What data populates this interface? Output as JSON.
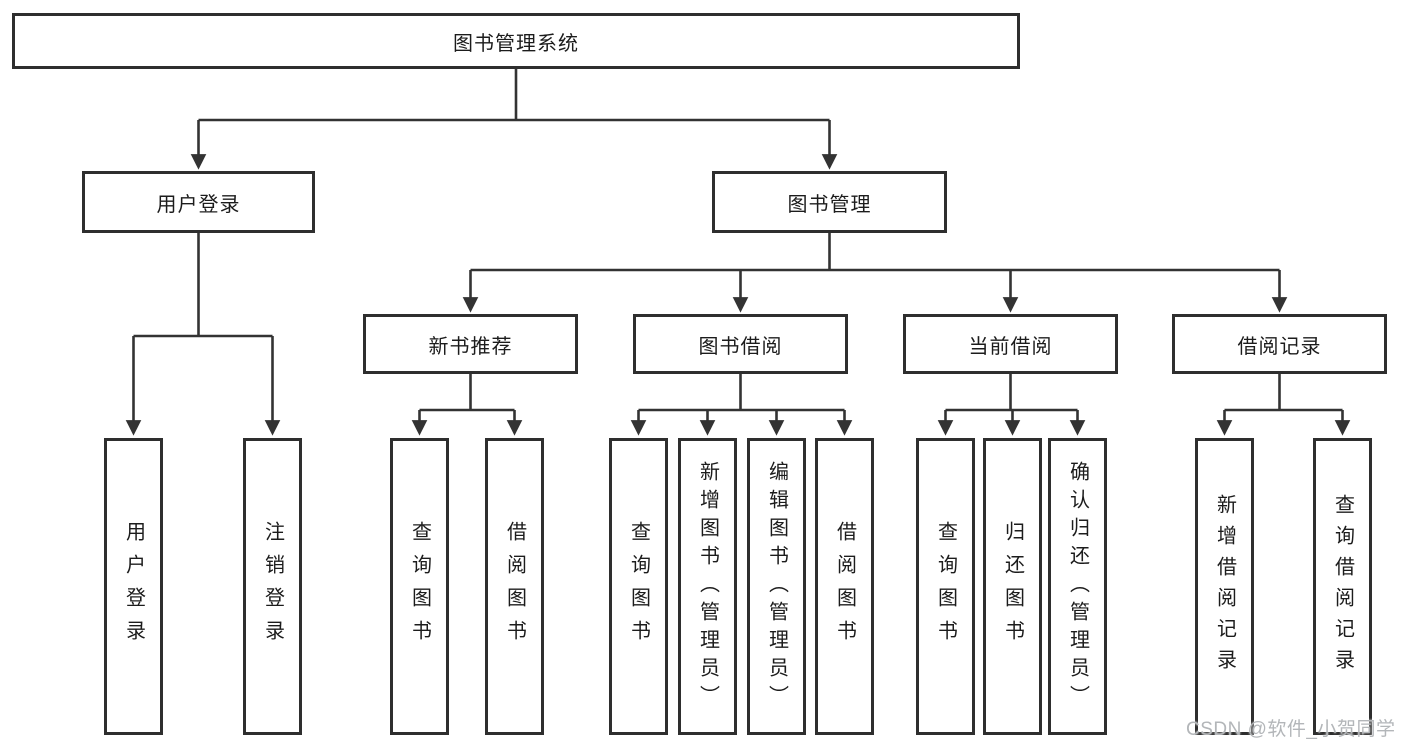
{
  "diagram_title": "图书管理系统",
  "colors": {
    "line": "#333333",
    "box_border": "#2e2e2e",
    "text": "#1c1c1c",
    "background": "#ffffff",
    "watermark": "#b3b6b9"
  },
  "nodes": {
    "root": {
      "label": "图书管理系统"
    },
    "user_login": {
      "label": "用户登录"
    },
    "book_management": {
      "label": "图书管理"
    },
    "new_book_recommend": {
      "label": "新书推荐"
    },
    "book_borrowing": {
      "label": "图书借阅"
    },
    "current_borrowing": {
      "label": "当前借阅"
    },
    "borrowing_records": {
      "label": "借阅记录"
    },
    "leaf_user_login": {
      "label": "用户登录"
    },
    "leaf_logout": {
      "label": "注销登录"
    },
    "leaf_nb_query_books": {
      "label": "查询图书"
    },
    "leaf_nb_borrow_books": {
      "label": "借阅图书"
    },
    "leaf_bb_query_books": {
      "label": "查询图书"
    },
    "leaf_bb_add_book_admin": {
      "label": "新增图书（管理员）"
    },
    "leaf_bb_edit_book_admin": {
      "label": "编辑图书（管理员）"
    },
    "leaf_bb_borrow_books": {
      "label": "借阅图书"
    },
    "leaf_cb_query_books": {
      "label": "查询图书"
    },
    "leaf_cb_return_books": {
      "label": "归还图书"
    },
    "leaf_cb_confirm_return_admin": {
      "label": "确认归还（管理员）"
    },
    "leaf_br_add_record": {
      "label": "新增借阅记录"
    },
    "leaf_br_query_record": {
      "label": "查询借阅记录"
    }
  },
  "watermark": {
    "text": "CSDN @软件_小贺同学"
  }
}
